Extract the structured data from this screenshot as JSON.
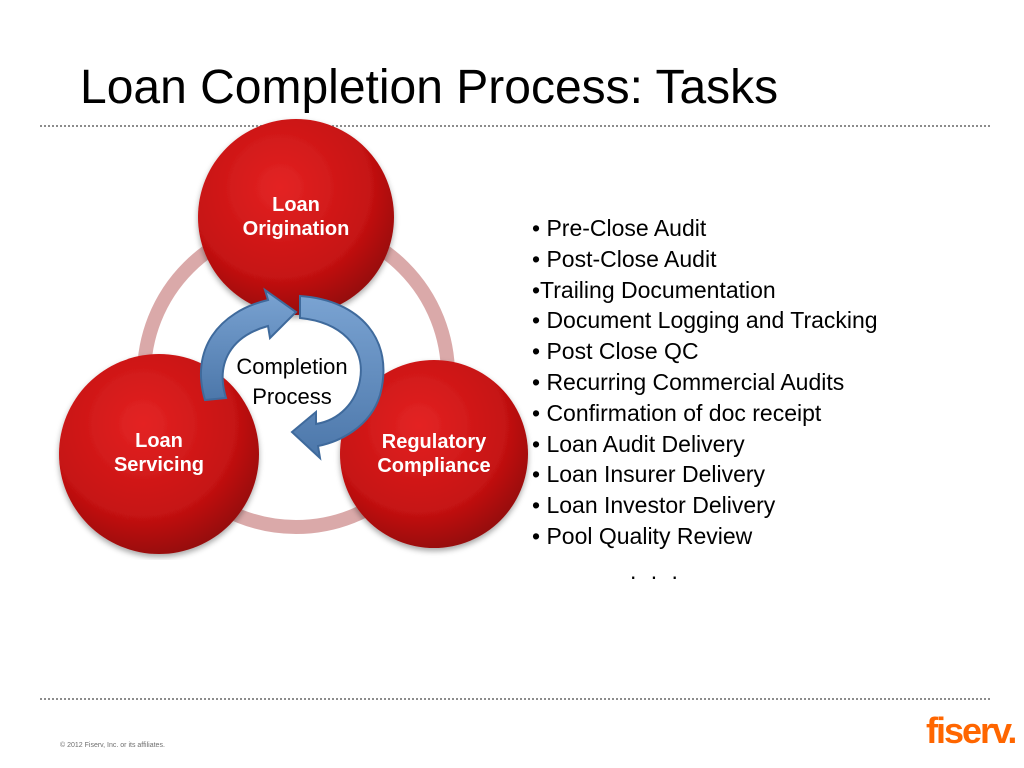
{
  "slide": {
    "title": "Loan Completion Process: Tasks"
  },
  "diagram": {
    "nodes": [
      {
        "id": "origination",
        "lines": [
          "Loan",
          "Origination"
        ]
      },
      {
        "id": "servicing",
        "lines": [
          "Loan",
          "Servicing"
        ]
      },
      {
        "id": "compliance",
        "lines": [
          "Regulatory",
          "Compliance"
        ]
      }
    ],
    "center_lines": [
      "Completion",
      "Process"
    ],
    "colors": {
      "node_red": "#cc1414",
      "node_dark_red": "#8e0a0a",
      "ring": "#d9a3a3",
      "arrow_blue": "#5b86b9",
      "arrow_stroke": "#3f6a9c"
    }
  },
  "tasks": {
    "items": [
      "• Pre-Close Audit",
      "• Post-Close Audit",
      "•Trailing Documentation",
      "• Document Logging and Tracking",
      "• Post Close QC",
      "• Recurring Commercial Audits",
      "• Confirmation of doc receipt",
      "• Loan Audit Delivery",
      "• Loan Insurer Delivery",
      "• Loan Investor Delivery",
      "• Pool Quality Review"
    ],
    "ellipsis": ". . ."
  },
  "footer": {
    "copyright": "© 2012 Fiserv, Inc. or its affiliates.",
    "logo": "fiserv."
  }
}
